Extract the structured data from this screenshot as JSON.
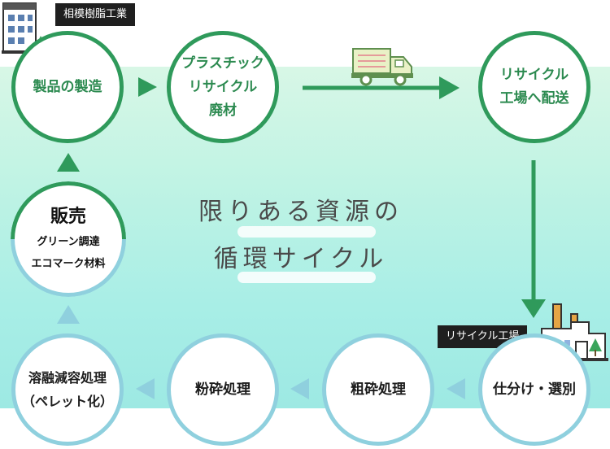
{
  "manufacturer_tag": "相模樹脂工業",
  "factory_tag": "リサイクル工場",
  "center_title": {
    "line1": "限りある資源の",
    "line2": "循環サイクル"
  },
  "nodes": {
    "manufacture": "製品の製造",
    "waste": {
      "line1": "プラスチック",
      "line2": "リサイクル",
      "line3": "廃材"
    },
    "delivery": {
      "line1": "リサイクル",
      "line2": "工場へ配送"
    },
    "sorting": "仕分け・選別",
    "coarse": "粗砕処理",
    "fine": "粉砕処理",
    "melt": {
      "line1": "溶融減容処理",
      "line2": "（ペレット化）"
    },
    "sales": {
      "title": "販売",
      "line1": "グリーン調達",
      "line2": "エコマーク材料"
    }
  },
  "colors": {
    "green": "#2f9a5b",
    "blue": "#8fd0de",
    "band_top": "#d8f7e6",
    "band_bottom": "#9de9e3",
    "tag_bg": "#1f1f1f"
  },
  "icons": [
    "building-icon",
    "truck-icon",
    "factory-icon",
    "tree-icon"
  ]
}
